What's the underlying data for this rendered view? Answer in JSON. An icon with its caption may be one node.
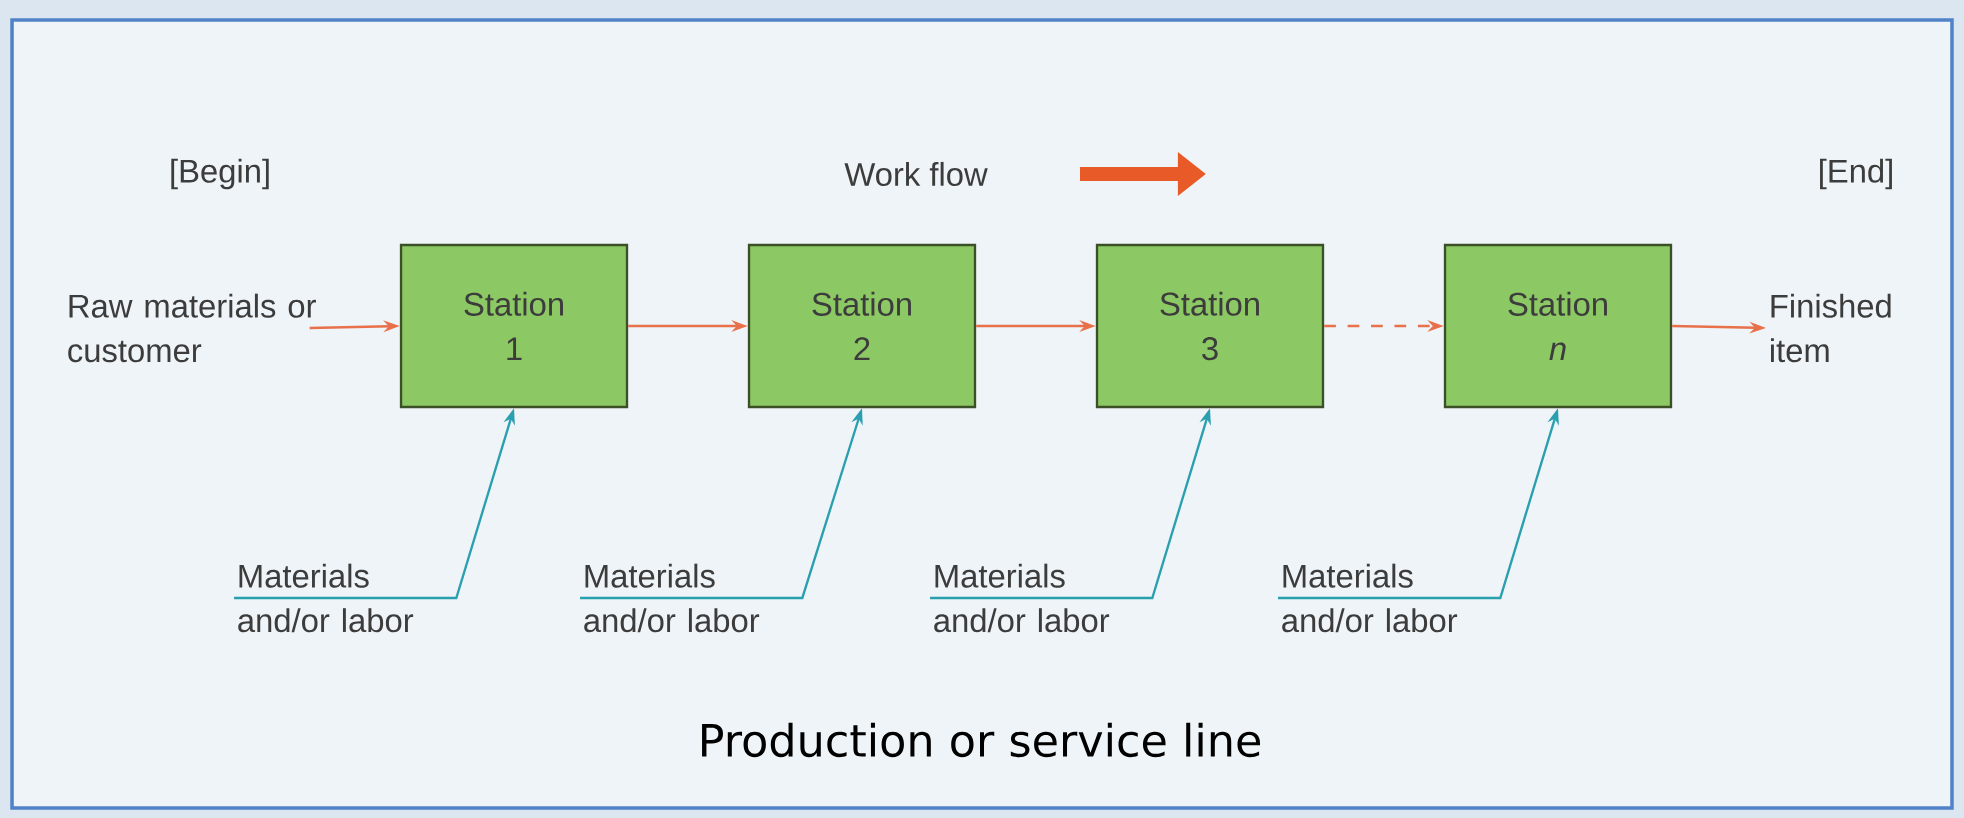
{
  "diagram": {
    "caption": "Production or service line",
    "nodes": [
      {
        "text": [
          "Raw materials or customer"
        ]
      },
      {
        "text": [
          "Station 1"
        ]
      },
      {
        "text": [
          "Station 2"
        ]
      },
      {
        "text": [
          "Station 3"
        ]
      },
      {
        "text": [
          "Station *n*"
        ]
      },
      {
        "text": [
          "Finished item"
        ]
      },
      {
        "text": [
          "Materials and/or labor"
        ]
      },
      {
        "text": [
          "Materials and/or labor"
        ]
      },
      {
        "text": [
          "Materials and/or labor"
        ]
      },
      {
        "text": [
          "Materials and/or labor"
        ]
      }
    ],
    "edges": [
      {
        "from": 0,
        "to": 1,
        "arrow": "to"
      },
      {
        "from": 1,
        "to": 2,
        "arrow": "to"
      },
      {
        "from": 2,
        "to": 3,
        "arrow": "to"
      },
      {
        "from": 3,
        "to": 4,
        "arrow": "to",
        "style": "dashed"
      },
      {
        "from": 4,
        "to": 5,
        "arrow": "to"
      },
      {
        "from": 6,
        "to": 1,
        "arrow": "to",
        "color": "#2a9fb0"
      },
      {
        "from": 7,
        "to": 2,
        "arrow": "to",
        "color": "#2a9fb0"
      },
      {
        "from": 8,
        "to": 3,
        "arrow": "to",
        "color": "#2a9fb0"
      },
      {
        "from": 9,
        "to": 4,
        "arrow": "to",
        "color": "#2a9fb0"
      }
    ],
    "labels": [
      "[Begin]",
      "Work flow",
      "[End]"
    ]
  }
}
